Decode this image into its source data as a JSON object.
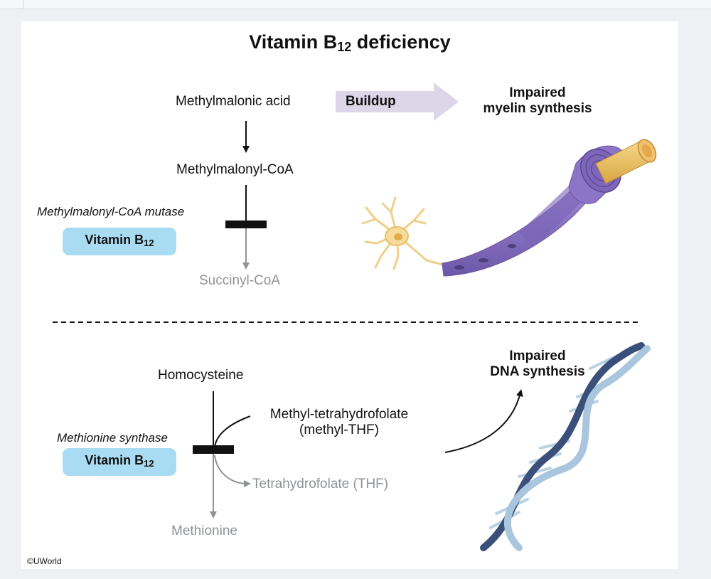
{
  "title": {
    "main": "Vitamin B",
    "subscript": "12",
    "suffix": " deficiency"
  },
  "pathway_top": {
    "substrate": "Methylmalonic acid",
    "buildup_label": "Buildup",
    "intermediate": "Methylmalonyl-CoA",
    "enzyme": "Methylmalonyl-CoA mutase",
    "cofactor": {
      "text": "Vitamin B",
      "subscript": "12"
    },
    "product": "Succinyl-CoA",
    "outcome": [
      "Impaired",
      "myelin synthesis"
    ]
  },
  "pathway_bottom": {
    "substrate": "Homocysteine",
    "enzyme": "Methionine synthase",
    "cofactor": {
      "text": "Vitamin B",
      "subscript": "12"
    },
    "cosubstrate": [
      "Methyl-tetrahydrofolate",
      "(methyl-THF)"
    ],
    "coproduct": "Tetrahydrofolate (THF)",
    "product": "Methionine",
    "outcome": [
      "Impaired",
      "DNA synthesis"
    ]
  },
  "copyright": "©UWorld",
  "colors": {
    "buildup_arrow": "#ddd6e8",
    "vitamin_pill": "#a9dcf2",
    "myelin": "#8e78c4",
    "axon": "#e6b95a",
    "dna_dark": "#3a4f7a",
    "dna_light": "#a9c6de",
    "inactive_text": "#8f9297"
  }
}
